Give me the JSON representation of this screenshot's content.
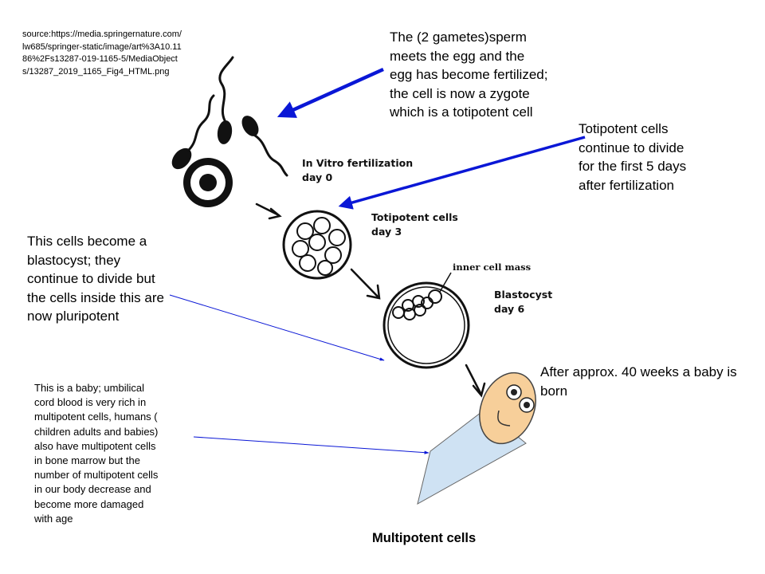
{
  "source_text": "source:https://media.springernature.com/lw685/springer-static/image/art%3A10.1186%2Fs13287-019-1165-5/MediaObjects/13287_2019_1165_Fig4_HTML.png",
  "notes": {
    "sperm_meets_egg": "The (2 gametes)sperm\nmeets the egg and the\negg has become fertilized;\nthe cell is now a zygote\nwhich is a totipotent cell",
    "totipotent_divide": "Totipotent cells\ncontinue to divide\nfor the first 5 days\nafter fertilization",
    "blastocyst": "This cells become a\nblastocyst; they\ncontinue to divide but\nthe cells inside this are\nnow pluripotent",
    "baby_born": "After approx. 40 weeks a baby is born",
    "baby_cord": "This is a baby; umbilical\ncord blood is very rich in\nmultipotent cells, humans (\nchildren adults and babies)\nalso have multipotent cells\nin bone marrow but the\nnumber of multipotent cells\nin our body decrease and\nbecome more damaged\nwith age"
  },
  "figure_labels": {
    "ivf": "In Vitro fertilization\nday 0",
    "totipotent": "Totipotent cells\nday 3",
    "inner_cell_mass": "inner cell mass",
    "blastocyst": "Blastocyst\nday 6"
  },
  "bottom_title": "Multipotent cells",
  "colors": {
    "annotation_arrow": "#0a17d6",
    "baby_face": "#f7cf9a",
    "baby_blanket": "#cfe2f3",
    "ink": "#000000"
  }
}
